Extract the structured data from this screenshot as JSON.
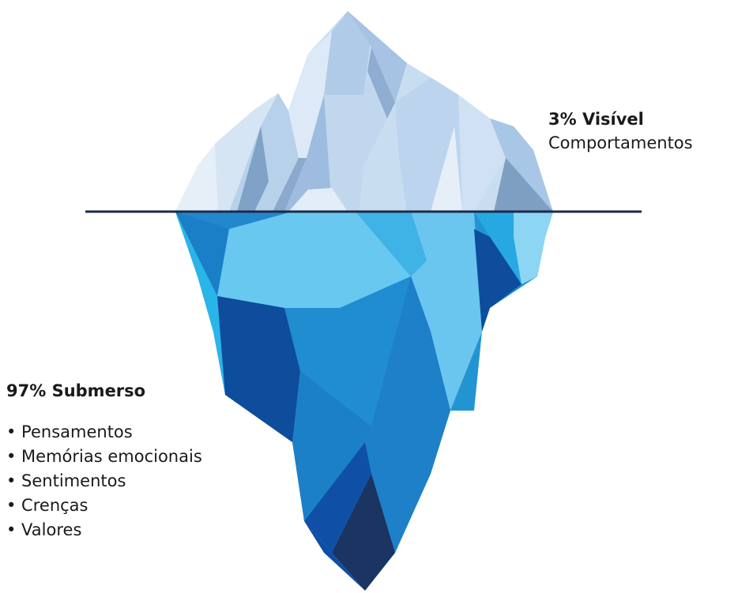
{
  "visible": {
    "heading": "3% Visível",
    "description": "Comportamentos"
  },
  "submerged": {
    "heading": "97% Submerso",
    "items": [
      "• Pensamentos",
      "• Memórias emocionais",
      "• Sentimentos",
      "• Crenças",
      "• Valores"
    ]
  },
  "colors": {
    "waterline": "#1b2a4a",
    "ice_light": "#e4eef8",
    "ice_mid": "#a9c8e8",
    "ice_shadow": "#7fa3c8",
    "under_light": "#6ac9f0",
    "under_mid": "#2394d2",
    "under_deep": "#0d4c9e",
    "under_darkest": "#1b3462"
  },
  "icons": [
    "iceberg-illustration",
    "waterline"
  ]
}
